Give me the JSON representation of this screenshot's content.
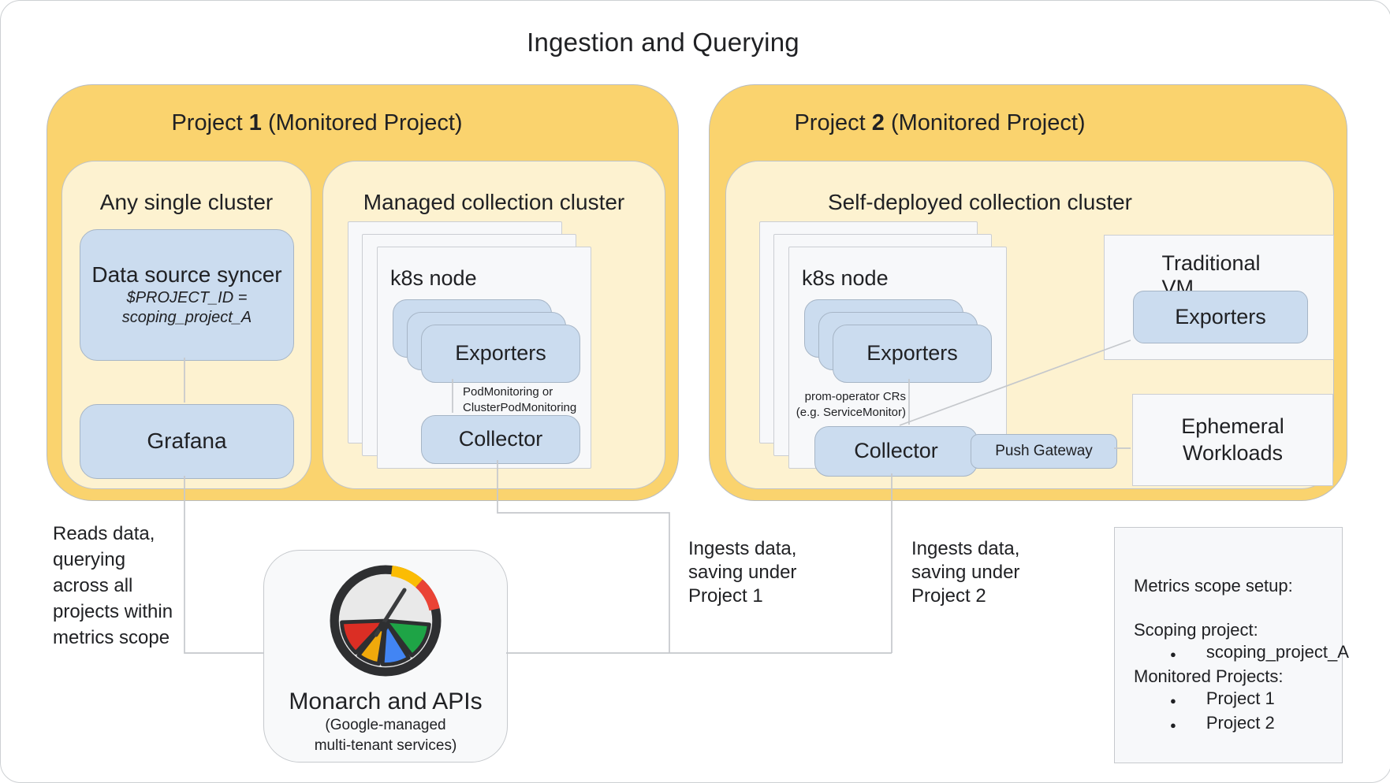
{
  "title": "Ingestion and Querying",
  "project1": {
    "header": {
      "pre": "Project ",
      "num": "1",
      "post": " (Monitored Project)"
    },
    "any_cluster": {
      "label": "Any single cluster",
      "syncer_title": "Data source syncer",
      "syncer_var_lines": [
        "$PROJECT_ID =",
        "scoping_project_A"
      ],
      "grafana_label": "Grafana"
    },
    "managed": {
      "label": "Managed collection cluster",
      "k8s_node_label": "k8s node",
      "exporters_label": "Exporters",
      "pod_monitoring_lines": [
        "PodMonitoring or",
        "ClusterPodMonitoring"
      ],
      "collector_label": "Collector"
    }
  },
  "project2": {
    "header": {
      "pre": "Project ",
      "num": "2",
      "post": " (Monitored Project)"
    },
    "self_deployed": {
      "label": "Self-deployed collection cluster",
      "k8s_node_label": "k8s node",
      "exporters_label": "Exporters",
      "prom_cr_lines": [
        "prom-operator CRs",
        "(e.g. ServiceMonitor)"
      ],
      "collector_label": "Collector",
      "push_gateway_label": "Push Gateway",
      "traditional_vm": {
        "label": "Traditional VM",
        "exporters_label": "Exporters"
      },
      "ephemeral": {
        "label_lines": [
          "Ephemeral",
          "Workloads"
        ]
      }
    }
  },
  "monarch": {
    "icon": "monarch-gauge",
    "title": "Monarch and APIs",
    "subtitle_lines": [
      "(Google-managed",
      "multi-tenant services)"
    ]
  },
  "annotations": {
    "reads_lines": [
      "Reads data,",
      "querying",
      "across all",
      "projects within",
      "metrics scope"
    ],
    "ingest1_lines": [
      "Ingests data,",
      "saving under",
      "Project 1"
    ],
    "ingest2_lines": [
      "Ingests data,",
      "saving under",
      "Project 2"
    ]
  },
  "metrics_scope": {
    "title": "Metrics scope setup:",
    "scoping_label": "Scoping project:",
    "scoping_items": [
      "scoping_project_A"
    ],
    "monitored_label": "Monitored Projects:",
    "monitored_items": [
      "Project 1",
      "Project 2"
    ],
    "bullet": "●"
  },
  "colors": {
    "project_fill": "#FAD36E",
    "cluster_fill": "#FDF2D0",
    "component_blue": "#CBDCEF",
    "card_fill": "#F7F8FA",
    "connector_gray": "#C5C8CC",
    "gauge_ring": "#2E2F31",
    "gauge_red": "#EA4335",
    "gauge_yellow": "#FBBC04",
    "gauge_blue": "#4285F4",
    "gauge_green": "#1EA446"
  }
}
